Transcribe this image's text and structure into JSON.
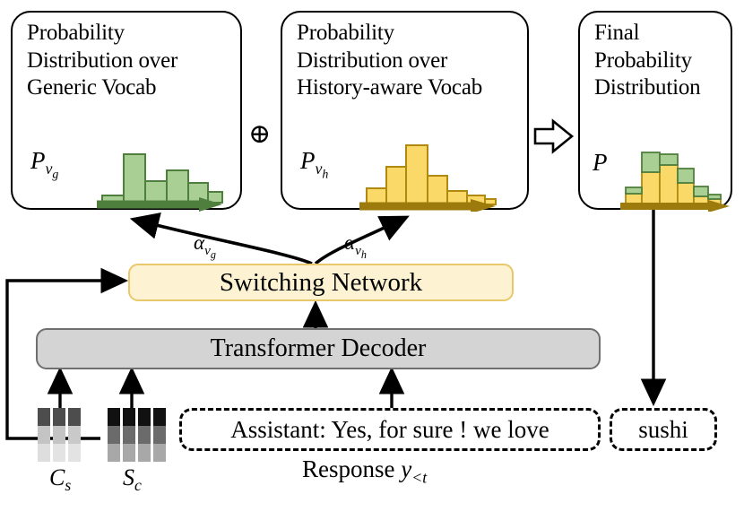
{
  "figure": {
    "title_alt": "Switching-network architecture combining generic and history-aware vocabulary distributions"
  },
  "boxes": {
    "generic": {
      "title": "Probability\nDistribution over\nGeneric Vocab",
      "prob_symbol": "P",
      "prob_sub": "v",
      "prob_subsub": "g"
    },
    "history": {
      "title": "Probability\nDistribution over\nHistory-aware Vocab",
      "prob_symbol": "P",
      "prob_sub": "v",
      "prob_subsub": "h"
    },
    "final": {
      "title": "Final\nProbability\nDistribution",
      "prob_symbol": "P"
    }
  },
  "operators": {
    "plus_circle": "⊕",
    "plus_circle_name": "circled-plus-icon",
    "block_arrow": "⇨",
    "block_arrow_name": "block-arrow-right-icon"
  },
  "switching_network": {
    "label": "Switching Network",
    "fill": "#fdf2d2",
    "stroke": "#e8c86a"
  },
  "decoder": {
    "label": "Transformer Decoder",
    "fill": "#d4d4d4",
    "stroke": "#6f6f6f"
  },
  "alphas": {
    "left": {
      "symbol": "α",
      "sub": "v",
      "subsub": "g"
    },
    "right": {
      "symbol": "α",
      "sub": "v",
      "subsub": "h"
    }
  },
  "response": {
    "text": "Assistant:  Yes, for sure ! we love",
    "caption_prefix": "Response ",
    "caption_var": "y",
    "caption_sub": "<t"
  },
  "output_token": {
    "text": "sushi"
  },
  "embeddings": {
    "context": {
      "label": "C",
      "sub": "s",
      "columns": 3,
      "cells": [
        [
          "#4d4d4d",
          "#c4c4c4",
          "#dedede"
        ],
        [
          "#4d4d4d",
          "#c4c4c4",
          "#e3e3e3"
        ],
        [
          "#4d4d4d",
          "#c9c9c9",
          "#e3e3e3"
        ]
      ]
    },
    "style": {
      "label": "S",
      "sub": "c",
      "columns": 4,
      "cells": [
        [
          "#111111",
          "#6b6b6b",
          "#a8a8a8"
        ],
        [
          "#111111",
          "#6b6b6b",
          "#a8a8a8"
        ],
        [
          "#111111",
          "#6b6b6b",
          "#a8a8a8"
        ],
        [
          "#111111",
          "#6b6b6b",
          "#a8a8a8"
        ]
      ]
    }
  },
  "chart_data": [
    {
      "type": "bar",
      "name": "generic-vocab-distribution",
      "title": "P_vg",
      "categories": [
        "1",
        "2",
        "3",
        "4",
        "5",
        "6"
      ],
      "values": [
        0.08,
        1.0,
        0.47,
        0.66,
        0.42,
        0.24
      ],
      "colors": {
        "bar_fill": "#a9cf94",
        "bar_stroke": "#4f7f3d",
        "axis": "#4f7f3d"
      },
      "xlabel": "",
      "ylabel": "",
      "ylim": [
        0,
        1
      ],
      "grid": false,
      "legend": false
    },
    {
      "type": "bar",
      "name": "history-aware-vocab-distribution",
      "title": "P_vh",
      "categories": [
        "1",
        "2",
        "3",
        "4",
        "5",
        "6",
        "7"
      ],
      "values": [
        0.26,
        0.62,
        1.0,
        0.47,
        0.22,
        0.15,
        0.08
      ],
      "colors": {
        "bar_fill": "#fbd968",
        "bar_stroke": "#b08a10",
        "axis": "#9c7a0c"
      },
      "xlabel": "",
      "ylabel": "",
      "ylim": [
        0,
        1
      ],
      "grid": false,
      "legend": false
    },
    {
      "type": "bar",
      "name": "final-distribution-stacked",
      "title": "P",
      "stacked": true,
      "categories": [
        "1",
        "2",
        "3",
        "4",
        "5",
        "6",
        "7"
      ],
      "series": [
        {
          "name": "history-aware",
          "values": [
            0.22,
            0.55,
            0.86,
            0.4,
            0.16,
            0.12,
            0.07
          ],
          "color": "#fbd968"
        },
        {
          "name": "generic",
          "values": [
            0.1,
            0.44,
            0.22,
            0.3,
            0.22,
            0.12,
            0.05
          ],
          "color": "#a9cf94"
        }
      ],
      "colors": {
        "axis": "#9c7a0c",
        "stroke_green": "#4f7f3d",
        "stroke_yellow": "#b08a10"
      },
      "xlabel": "",
      "ylabel": "",
      "ylim": [
        0,
        1.3
      ],
      "grid": false,
      "legend": false
    }
  ]
}
